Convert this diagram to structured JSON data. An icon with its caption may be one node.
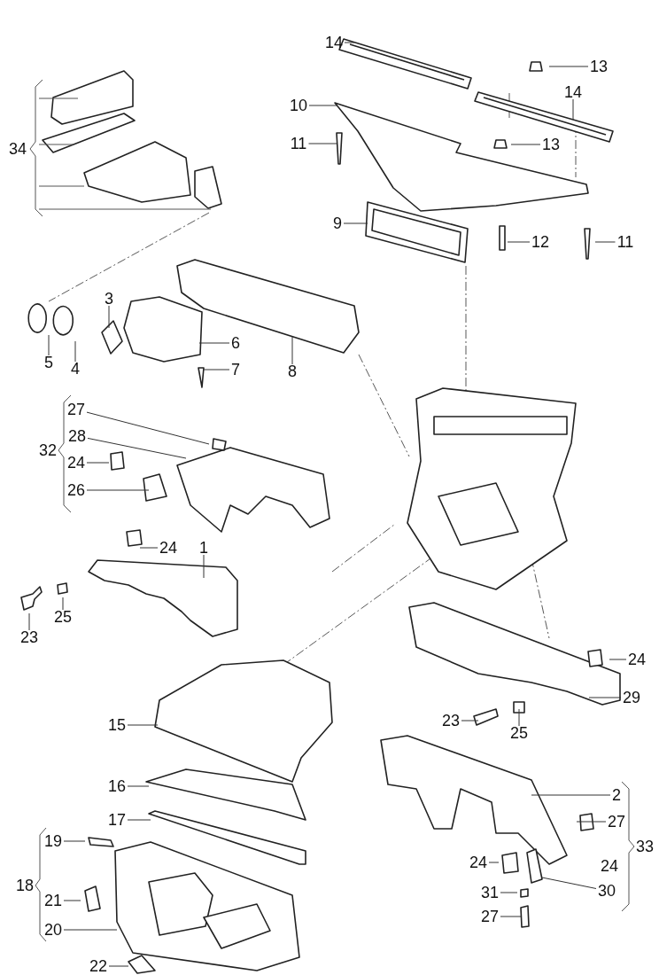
{
  "diagram": {
    "nodes": [
      {
        "text": [
          "14"
        ]
      },
      {
        "text": [
          "13"
        ]
      },
      {
        "text": [
          "14"
        ]
      },
      {
        "text": [
          "10"
        ]
      },
      {
        "text": [
          "11"
        ]
      },
      {
        "text": [
          "13"
        ]
      },
      {
        "text": [
          "9"
        ]
      },
      {
        "text": [
          "12"
        ]
      },
      {
        "text": [
          "11"
        ]
      },
      {
        "text": [
          "3"
        ]
      },
      {
        "text": [
          "6"
        ]
      },
      {
        "text": [
          "5"
        ]
      },
      {
        "text": [
          "4"
        ]
      },
      {
        "text": [
          "7"
        ]
      },
      {
        "text": [
          "8"
        ]
      },
      {
        "text": [
          "27"
        ]
      },
      {
        "text": [
          "28"
        ]
      },
      {
        "text": [
          "24"
        ]
      },
      {
        "text": [
          "26"
        ]
      },
      {
        "text": [
          "24"
        ]
      },
      {
        "text": [
          "1"
        ]
      },
      {
        "text": [
          "25"
        ]
      },
      {
        "text": [
          "23"
        ]
      },
      {
        "text": [
          "24"
        ]
      },
      {
        "text": [
          "29"
        ]
      },
      {
        "text": [
          "23"
        ]
      },
      {
        "text": [
          "15"
        ]
      },
      {
        "text": [
          "25"
        ]
      },
      {
        "text": [
          "16"
        ]
      },
      {
        "text": [
          "2"
        ]
      },
      {
        "text": [
          "17"
        ]
      },
      {
        "text": [
          "27"
        ]
      },
      {
        "text": [
          "19"
        ]
      },
      {
        "text": [
          "24"
        ]
      },
      {
        "text": [
          "30"
        ]
      },
      {
        "text": [
          "31"
        ]
      },
      {
        "text": [
          "21"
        ]
      },
      {
        "text": [
          "27"
        ]
      },
      {
        "text": [
          "20"
        ]
      },
      {
        "text": [
          "22"
        ]
      }
    ],
    "edges": [
      {
        "from": 0,
        "to": null,
        "arrow": "none"
      },
      {
        "from": 1,
        "to": null,
        "arrow": "none"
      },
      {
        "from": 2,
        "to": null,
        "arrow": "none"
      },
      {
        "from": 3,
        "to": null,
        "arrow": "none"
      },
      {
        "from": 4,
        "to": null,
        "arrow": "none"
      },
      {
        "from": 5,
        "to": null,
        "arrow": "none"
      },
      {
        "from": 6,
        "to": null,
        "arrow": "none"
      },
      {
        "from": 7,
        "to": null,
        "arrow": "none"
      },
      {
        "from": 8,
        "to": null,
        "arrow": "none"
      },
      {
        "from": 9,
        "to": null,
        "arrow": "none"
      },
      {
        "from": 10,
        "to": null,
        "arrow": "none"
      },
      {
        "from": 11,
        "to": null,
        "arrow": "none"
      },
      {
        "from": 12,
        "to": null,
        "arrow": "none"
      },
      {
        "from": 13,
        "to": null,
        "arrow": "none"
      },
      {
        "from": 14,
        "to": null,
        "arrow": "none"
      },
      {
        "from": 15,
        "to": null,
        "arrow": "none"
      },
      {
        "from": 16,
        "to": null,
        "arrow": "none"
      },
      {
        "from": 17,
        "to": null,
        "arrow": "none"
      },
      {
        "from": 18,
        "to": null,
        "arrow": "none"
      },
      {
        "from": 19,
        "to": null,
        "arrow": "none"
      },
      {
        "from": 20,
        "to": null,
        "arrow": "none"
      },
      {
        "from": 21,
        "to": null,
        "arrow": "none"
      },
      {
        "from": 22,
        "to": null,
        "arrow": "none"
      },
      {
        "from": 23,
        "to": null,
        "arrow": "none"
      },
      {
        "from": 24,
        "to": null,
        "arrow": "none"
      },
      {
        "from": 25,
        "to": null,
        "arrow": "none"
      },
      {
        "from": 26,
        "to": null,
        "arrow": "none"
      },
      {
        "from": 27,
        "to": null,
        "arrow": "none"
      },
      {
        "from": 28,
        "to": null,
        "arrow": "none"
      },
      {
        "from": 29,
        "to": null,
        "arrow": "none"
      },
      {
        "from": 30,
        "to": null,
        "arrow": "none"
      },
      {
        "from": 31,
        "to": null,
        "arrow": "none"
      },
      {
        "from": 32,
        "to": null,
        "arrow": "none"
      },
      {
        "from": 33,
        "to": null,
        "arrow": "none"
      },
      {
        "from": 34,
        "to": null,
        "arrow": "none"
      },
      {
        "from": 35,
        "to": null,
        "arrow": "none"
      },
      {
        "from": 36,
        "to": null,
        "arrow": "none"
      },
      {
        "from": 37,
        "to": null,
        "arrow": "none"
      },
      {
        "from": 38,
        "to": null,
        "arrow": "none"
      },
      {
        "from": 39,
        "to": null,
        "arrow": "none"
      }
    ],
    "labels": [
      "34",
      "32",
      "33",
      "24",
      "18"
    ]
  }
}
